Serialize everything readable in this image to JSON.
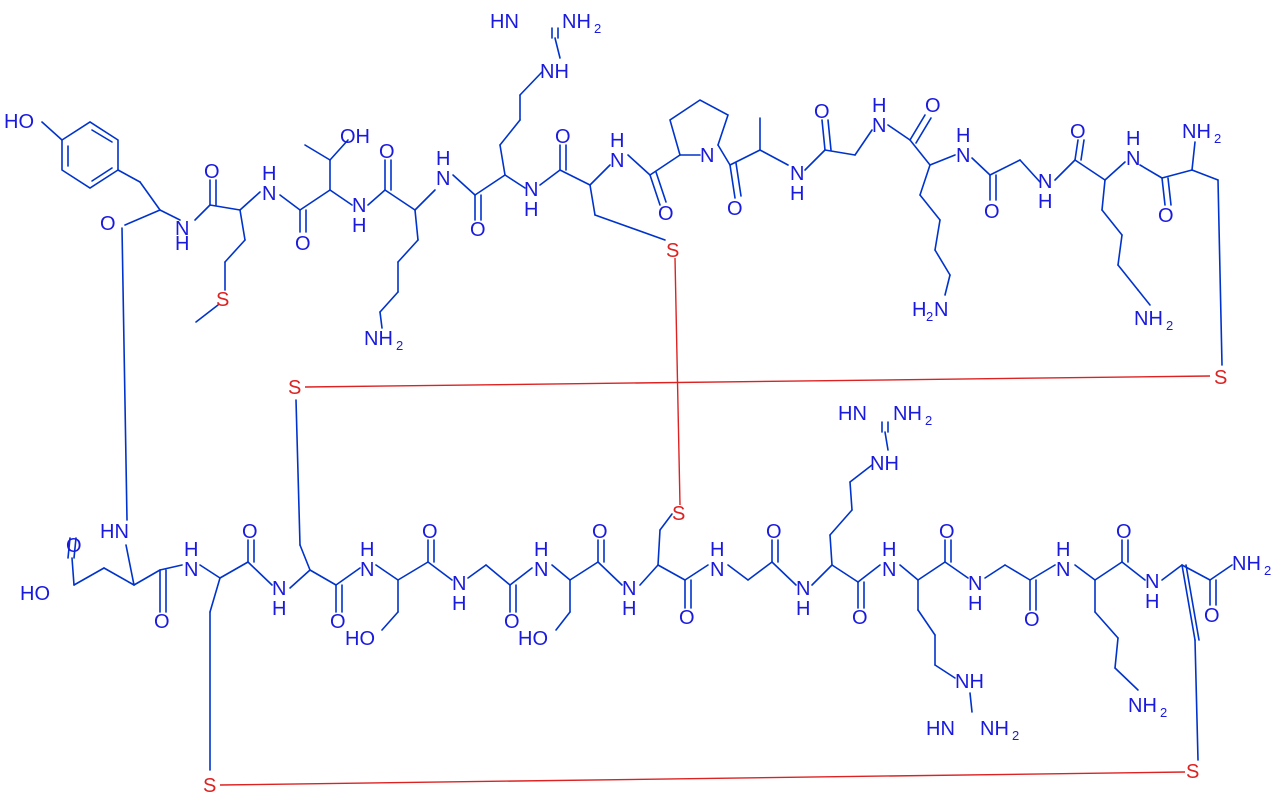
{
  "atom_labels": {
    "ho": "HO",
    "oh": "OH",
    "nh2": "NH",
    "h": "H",
    "n": "N",
    "o": "O",
    "s": "S",
    "hn": "HN",
    "two": "2",
    "h2n": "H",
    "o_h": "OH",
    "ho_h": "HO"
  },
  "colors": {
    "bond": "#0033cc",
    "label": "#1a1adf",
    "disulfide": "#dd2222",
    "background": "#ffffff"
  }
}
